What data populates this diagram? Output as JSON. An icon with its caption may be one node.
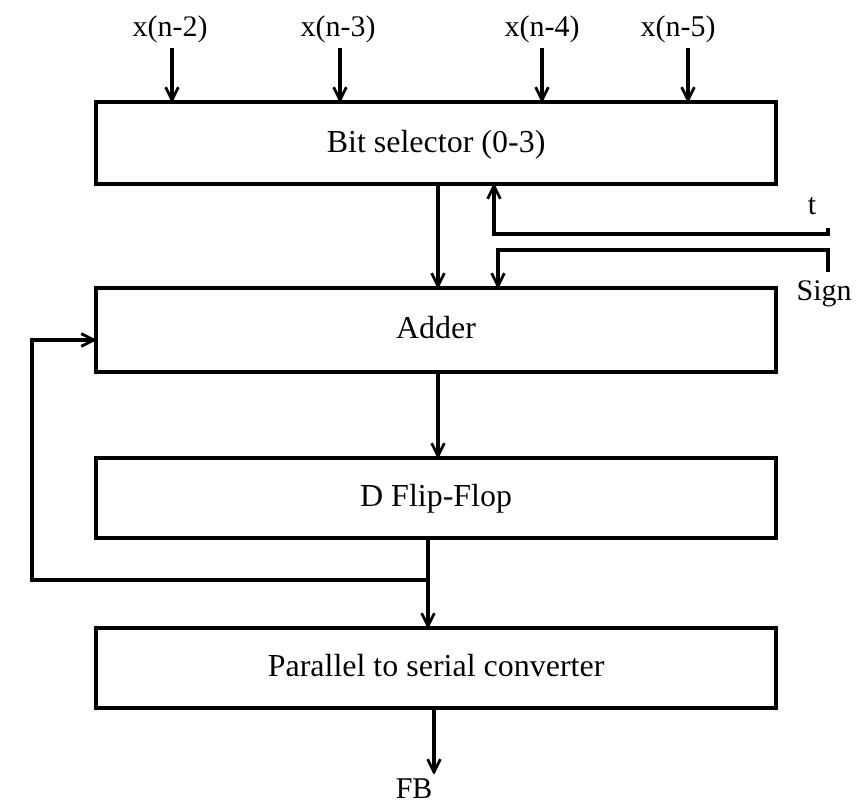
{
  "diagram": {
    "nodes": [
      {
        "text": [
          "x(n-2)"
        ]
      },
      {
        "text": [
          "x(n-3)"
        ]
      },
      {
        "text": [
          "x(n-4)"
        ]
      },
      {
        "text": [
          "x(n-5)"
        ]
      },
      {
        "text": [
          "Bit selector (0-3)"
        ]
      },
      {
        "text": [
          "t"
        ]
      },
      {
        "text": [
          "Sign"
        ]
      },
      {
        "text": [
          "Adder"
        ]
      },
      {
        "text": [
          "D Flip-Flop"
        ]
      },
      {
        "text": [
          "Parallel to serial converter"
        ]
      },
      {
        "text": [
          "FB"
        ]
      }
    ],
    "edges": [
      {
        "from": 0,
        "to": 4,
        "arrow": "to"
      },
      {
        "from": 1,
        "to": 4,
        "arrow": "to"
      },
      {
        "from": 2,
        "to": 4,
        "arrow": "to"
      },
      {
        "from": 3,
        "to": 4,
        "arrow": "to"
      },
      {
        "from": 4,
        "to": 7,
        "arrow": "to"
      },
      {
        "from": 5,
        "to": 4,
        "arrow": "to"
      },
      {
        "from": 6,
        "to": 7,
        "arrow": "to"
      },
      {
        "from": 7,
        "to": 8,
        "arrow": "to"
      },
      {
        "from": 8,
        "to": 9,
        "arrow": "to"
      },
      {
        "from": 8,
        "to": 7,
        "arrow": "to"
      },
      {
        "from": 9,
        "to": 10,
        "arrow": "to"
      }
    ]
  }
}
